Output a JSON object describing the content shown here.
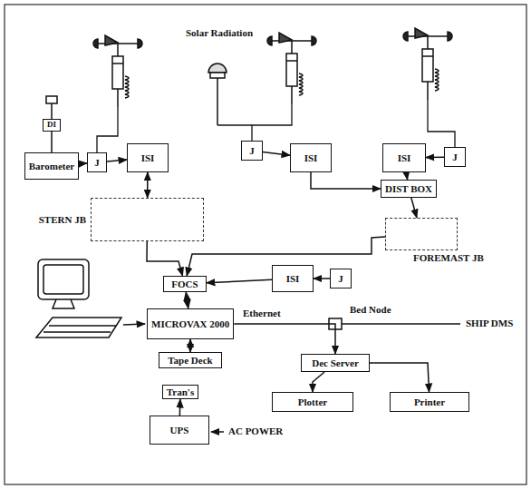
{
  "diagram": {
    "nodes": [
      {
        "text": [
          "DI"
        ]
      },
      {
        "text": [
          "Barometer"
        ]
      },
      {
        "text": [
          "J"
        ]
      },
      {
        "text": [
          "ISI"
        ]
      },
      {
        "text": [
          "J"
        ]
      },
      {
        "text": [
          "ISI"
        ]
      },
      {
        "text": [
          "ISI"
        ]
      },
      {
        "text": [
          "J"
        ]
      },
      {
        "text": [
          "STERN JB"
        ]
      },
      {
        "text": [
          "DIST BOX"
        ]
      },
      {
        "text": [
          "FOREMAST JB"
        ]
      },
      {
        "text": [
          "ISI"
        ]
      },
      {
        "text": [
          "J"
        ]
      },
      {
        "text": [
          "FOCS"
        ]
      },
      {
        "text": [
          "MICROVAX 2000"
        ]
      },
      {
        "text": [
          "Dec Server"
        ]
      },
      {
        "text": [
          "Tape Deck"
        ]
      },
      {
        "text": [
          "Plotter"
        ]
      },
      {
        "text": [
          "Printer"
        ]
      },
      {
        "text": [
          "Tran's"
        ]
      },
      {
        "text": [
          "UPS"
        ]
      }
    ],
    "edges": [
      {
        "from": 0,
        "to": 1,
        "arrow": "none"
      },
      {
        "from": 1,
        "to": 2,
        "arrow": "to"
      },
      {
        "from": 2,
        "to": 3,
        "arrow": "to"
      },
      {
        "from": 4,
        "to": 5,
        "arrow": "to"
      },
      {
        "from": 7,
        "to": 6,
        "arrow": "to"
      },
      {
        "from": 3,
        "to": 8,
        "arrow": "both"
      },
      {
        "from": 5,
        "to": 9,
        "arrow": "to"
      },
      {
        "from": 6,
        "to": 9,
        "arrow": "to"
      },
      {
        "from": 9,
        "to": 10,
        "arrow": "to"
      },
      {
        "from": 8,
        "to": 13,
        "arrow": "to"
      },
      {
        "from": 10,
        "to": 13,
        "arrow": "to"
      },
      {
        "from": 12,
        "to": 11,
        "arrow": "to"
      },
      {
        "from": 11,
        "to": 13,
        "arrow": "to"
      },
      {
        "from": 13,
        "to": 14,
        "arrow": "both"
      },
      {
        "from": 14,
        "to": 16,
        "arrow": "both"
      },
      {
        "from": 14,
        "to": 15,
        "label": "Ethernet",
        "arrow": "to"
      },
      {
        "from": 15,
        "to": 17,
        "arrow": "to"
      },
      {
        "from": 15,
        "to": 18,
        "arrow": "to"
      },
      {
        "from": 20,
        "to": 19,
        "arrow": "to"
      }
    ],
    "labels": [
      "Solar Radiation",
      "Bed Node",
      "SHIP DMS",
      "AC POWER"
    ]
  }
}
